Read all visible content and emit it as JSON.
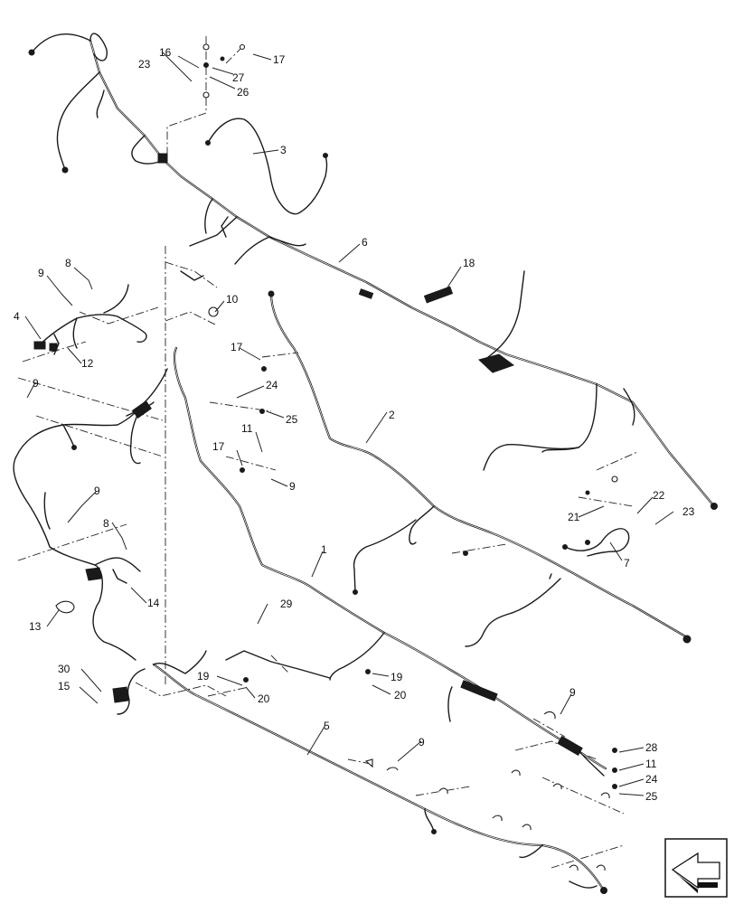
{
  "callouts": [
    {
      "id": "c-1",
      "text": "1"
    },
    {
      "id": "c-2",
      "text": "2"
    },
    {
      "id": "c-3",
      "text": "3"
    },
    {
      "id": "c-4",
      "text": "4"
    },
    {
      "id": "c-5",
      "text": "5"
    },
    {
      "id": "c-6",
      "text": "6"
    },
    {
      "id": "c-7",
      "text": "7"
    },
    {
      "id": "c-8a",
      "text": "8"
    },
    {
      "id": "c-8b",
      "text": "8"
    },
    {
      "id": "c-9a",
      "text": "9"
    },
    {
      "id": "c-9b",
      "text": "9"
    },
    {
      "id": "c-9c",
      "text": "9"
    },
    {
      "id": "c-9d",
      "text": "9"
    },
    {
      "id": "c-9e",
      "text": "9"
    },
    {
      "id": "c-9f",
      "text": "9"
    },
    {
      "id": "c-10",
      "text": "10"
    },
    {
      "id": "c-11a",
      "text": "11"
    },
    {
      "id": "c-11b",
      "text": "11"
    },
    {
      "id": "c-12",
      "text": "12"
    },
    {
      "id": "c-13",
      "text": "13"
    },
    {
      "id": "c-14",
      "text": "14"
    },
    {
      "id": "c-15",
      "text": "15"
    },
    {
      "id": "c-16",
      "text": "16"
    },
    {
      "id": "c-17a",
      "text": "17"
    },
    {
      "id": "c-17b",
      "text": "17"
    },
    {
      "id": "c-17c",
      "text": "17"
    },
    {
      "id": "c-18",
      "text": "18"
    },
    {
      "id": "c-19a",
      "text": "19"
    },
    {
      "id": "c-19b",
      "text": "19"
    },
    {
      "id": "c-20a",
      "text": "20"
    },
    {
      "id": "c-20b",
      "text": "20"
    },
    {
      "id": "c-21",
      "text": "21"
    },
    {
      "id": "c-22",
      "text": "22"
    },
    {
      "id": "c-23a",
      "text": "23"
    },
    {
      "id": "c-23b",
      "text": "23"
    },
    {
      "id": "c-24a",
      "text": "24"
    },
    {
      "id": "c-24b",
      "text": "24"
    },
    {
      "id": "c-25a",
      "text": "25"
    },
    {
      "id": "c-25b",
      "text": "25"
    },
    {
      "id": "c-26",
      "text": "26"
    },
    {
      "id": "c-27",
      "text": "27"
    },
    {
      "id": "c-28",
      "text": "28"
    },
    {
      "id": "c-29",
      "text": "29"
    },
    {
      "id": "c-30",
      "text": "30"
    }
  ],
  "nav_icon": "previous-page-arrow-icon"
}
